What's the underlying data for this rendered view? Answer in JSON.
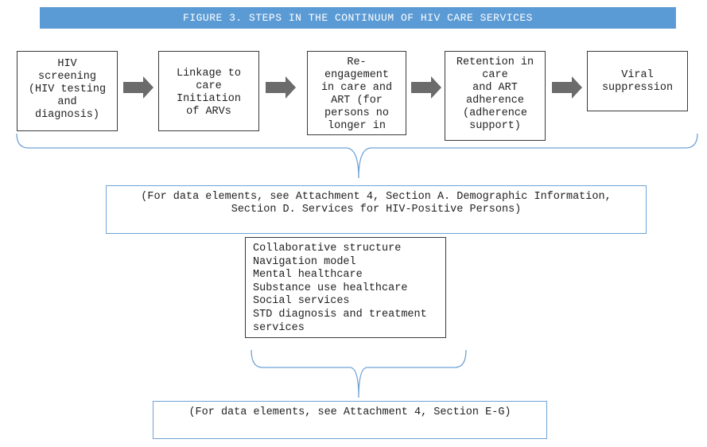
{
  "figure_title": "FIGURE 3.  STEPS IN THE CONTINUUM OF HIV CARE SERVICES",
  "steps": [
    {
      "label": "HIV\nscreening\n(HIV testing\nand\ndiagnosis)"
    },
    {
      "label": "Linkage to\ncare\nInitiation\nof ARVs"
    },
    {
      "label": "Re-\nengagement\nin care and\nART (for\npersons no\nlonger in"
    },
    {
      "label": "Retention in\ncare\nand ART\nadherence\n(adherence\nsupport)"
    },
    {
      "label": "Viral\nsuppression"
    }
  ],
  "data_elements_note_1": "(For data elements, see Attachment 4, Section A. Demographic Information,\nSection D. Services for HIV-Positive Persons)",
  "services": [
    "Collaborative structure",
    "Navigation model",
    "Mental healthcare",
    "Substance use healthcare",
    "Social services",
    "STD diagnosis and treatment\nservices"
  ],
  "data_elements_note_2": "(For data elements, see Attachment 4, Section E-G)",
  "colors": {
    "banner": "#5b9bd5",
    "bracket": "#6fa3d6",
    "arrow": "#6b6b6b"
  }
}
